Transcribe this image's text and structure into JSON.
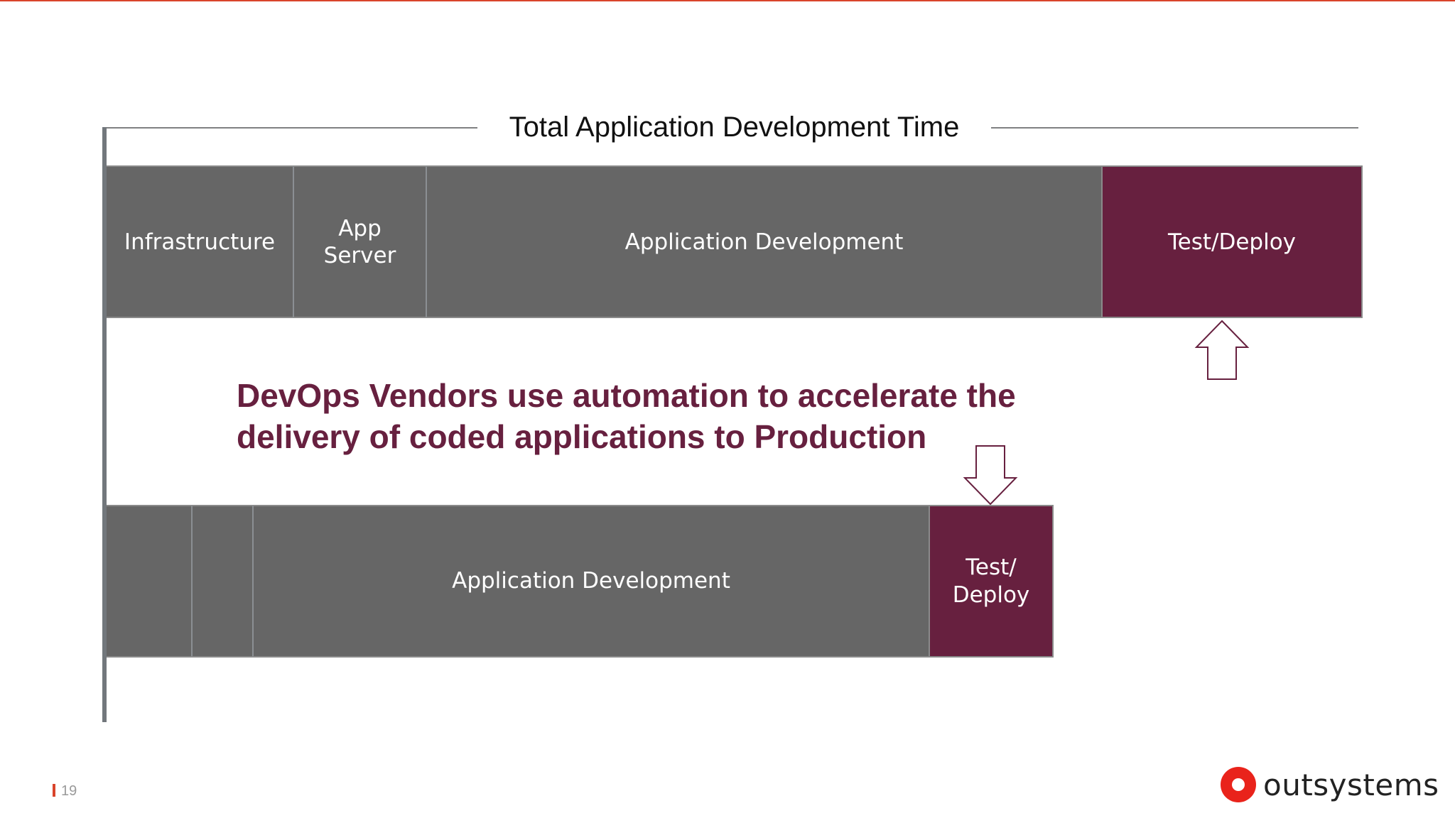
{
  "colors": {
    "accent": "#67203f",
    "segment": "#666666",
    "brand": "#e9231b",
    "rule": "#d9442b"
  },
  "title": "Total Application Development Time",
  "top_bar": [
    {
      "label": "Infrastructure"
    },
    {
      "label": "App Server"
    },
    {
      "label": "Application Development"
    },
    {
      "label": "Test/Deploy"
    }
  ],
  "headline": "DevOps Vendors use automation to accelerate the delivery of coded applications to Production",
  "bottom_bar": [
    {
      "label": ""
    },
    {
      "label": ""
    },
    {
      "label": "Application Development"
    },
    {
      "label": "Test/ Deploy"
    }
  ],
  "footer": {
    "page_number": "19",
    "logo_text": "outsystems",
    "logo_icon": "outsystems-logo-icon"
  },
  "icons": {
    "up_arrow": "arrow-up-outline-icon",
    "down_arrow": "arrow-down-outline-icon"
  }
}
